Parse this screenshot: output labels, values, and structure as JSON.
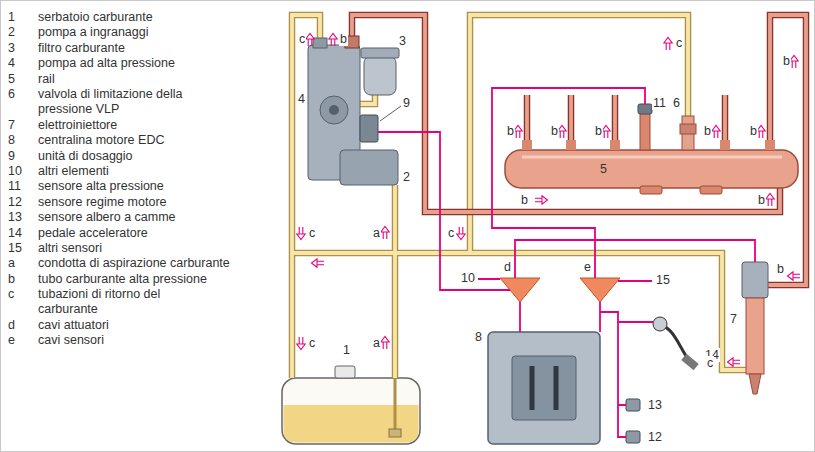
{
  "diagram": {
    "labels": [
      "1",
      "serbatoio carburante",
      "2",
      "pompa a ingranaggi",
      "3",
      "filtro carburante",
      "4",
      "pompa ad alta pressione",
      "5",
      "rail",
      "6",
      "valvola di limitazione della pressione VLP",
      "7",
      "elettroiniettore",
      "8",
      "centralina motore EDC",
      "9",
      "unità di dosaggio",
      "10",
      "altri elementi",
      "11",
      "sensore alta pressione",
      "12",
      "sensore regime motore",
      "13",
      "sensore albero a camme",
      "14",
      "pedale acceleratore",
      "15",
      "altri sensori",
      "a",
      "condotta di aspirazione carburante",
      "b",
      "tubo carburante alta pressione",
      "c",
      "tubazioni di ritorno del carburante",
      "d",
      "cavi attuatori",
      "e",
      "cavi sensori",
      "1",
      "2",
      "3",
      "4",
      "5",
      "6",
      "7",
      "8",
      "9",
      "10",
      "11",
      "12",
      "13",
      "14",
      "15",
      "d",
      "e",
      "c",
      "b",
      "c",
      "b",
      "b",
      "b",
      "b",
      "b",
      "b",
      "b",
      "b",
      "c",
      "a",
      "c",
      "c",
      "a",
      "b",
      "c"
    ]
  }
}
